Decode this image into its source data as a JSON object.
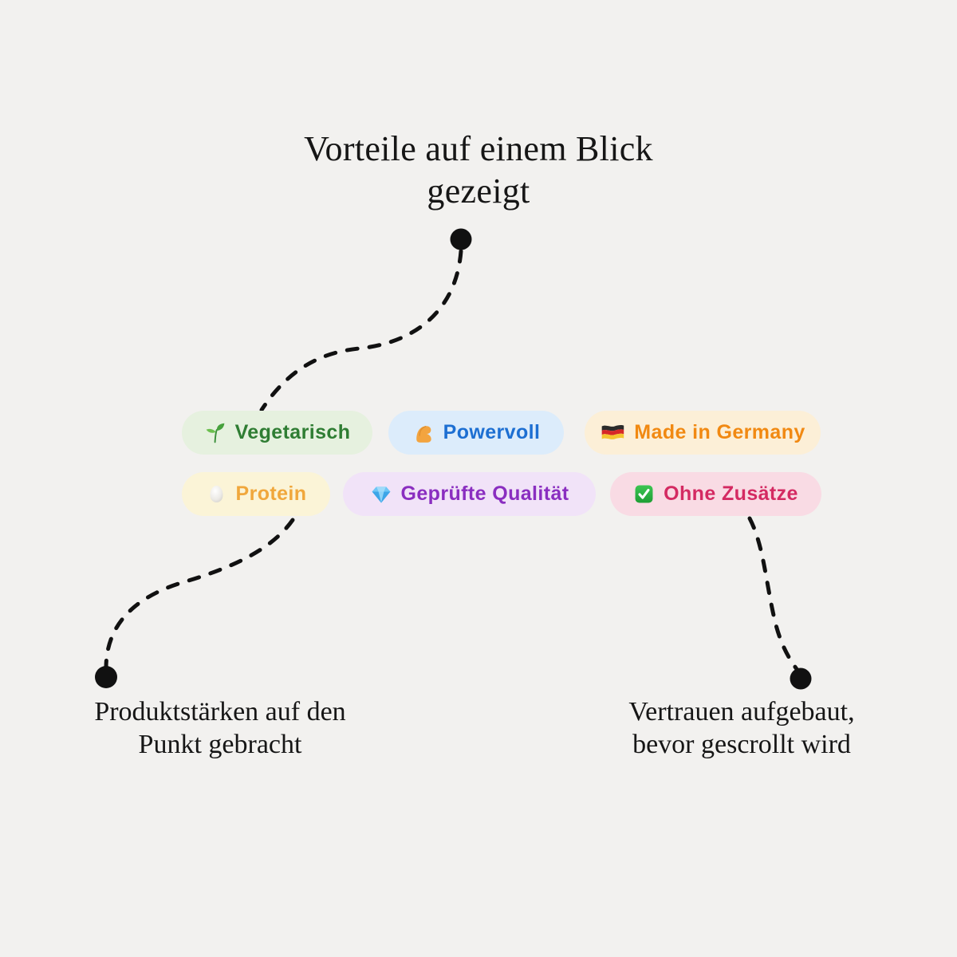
{
  "page": {
    "background_color": "#f2f1ef",
    "connector_color": "#111111"
  },
  "title": {
    "line1": "Vorteile auf einem Blick",
    "line2": "gezeigt"
  },
  "badges": [
    {
      "label": "Vegetarisch",
      "icon": "seedling-icon",
      "text_color": "#2f7d33",
      "bg": "#e6f1df"
    },
    {
      "label": "Powervoll",
      "icon": "flexed-biceps-icon",
      "text_color": "#1d6fd2",
      "bg": "#dcecfb"
    },
    {
      "label": "Made in Germany",
      "icon": "german-flag-icon",
      "text_color": "#f18912",
      "bg": "#fcefd7"
    },
    {
      "label": "Protein",
      "icon": "egg-icon",
      "text_color": "#f0a73c",
      "bg": "#fbf4d7"
    },
    {
      "label": "Geprüfte Qualität",
      "icon": "gem-icon",
      "text_color": "#8a2ec0",
      "bg": "#f1e3f8"
    },
    {
      "label": "Ohne Zusätze",
      "icon": "check-mark-icon",
      "text_color": "#d42a62",
      "bg": "#f9dbe4"
    }
  ],
  "captions": {
    "bottom_left": {
      "line1": "Produktstärken auf den",
      "line2": "Punkt gebracht"
    },
    "bottom_right": {
      "line1": "Vertrauen aufgebaut,",
      "line2": "bevor gescrollt wird"
    }
  }
}
